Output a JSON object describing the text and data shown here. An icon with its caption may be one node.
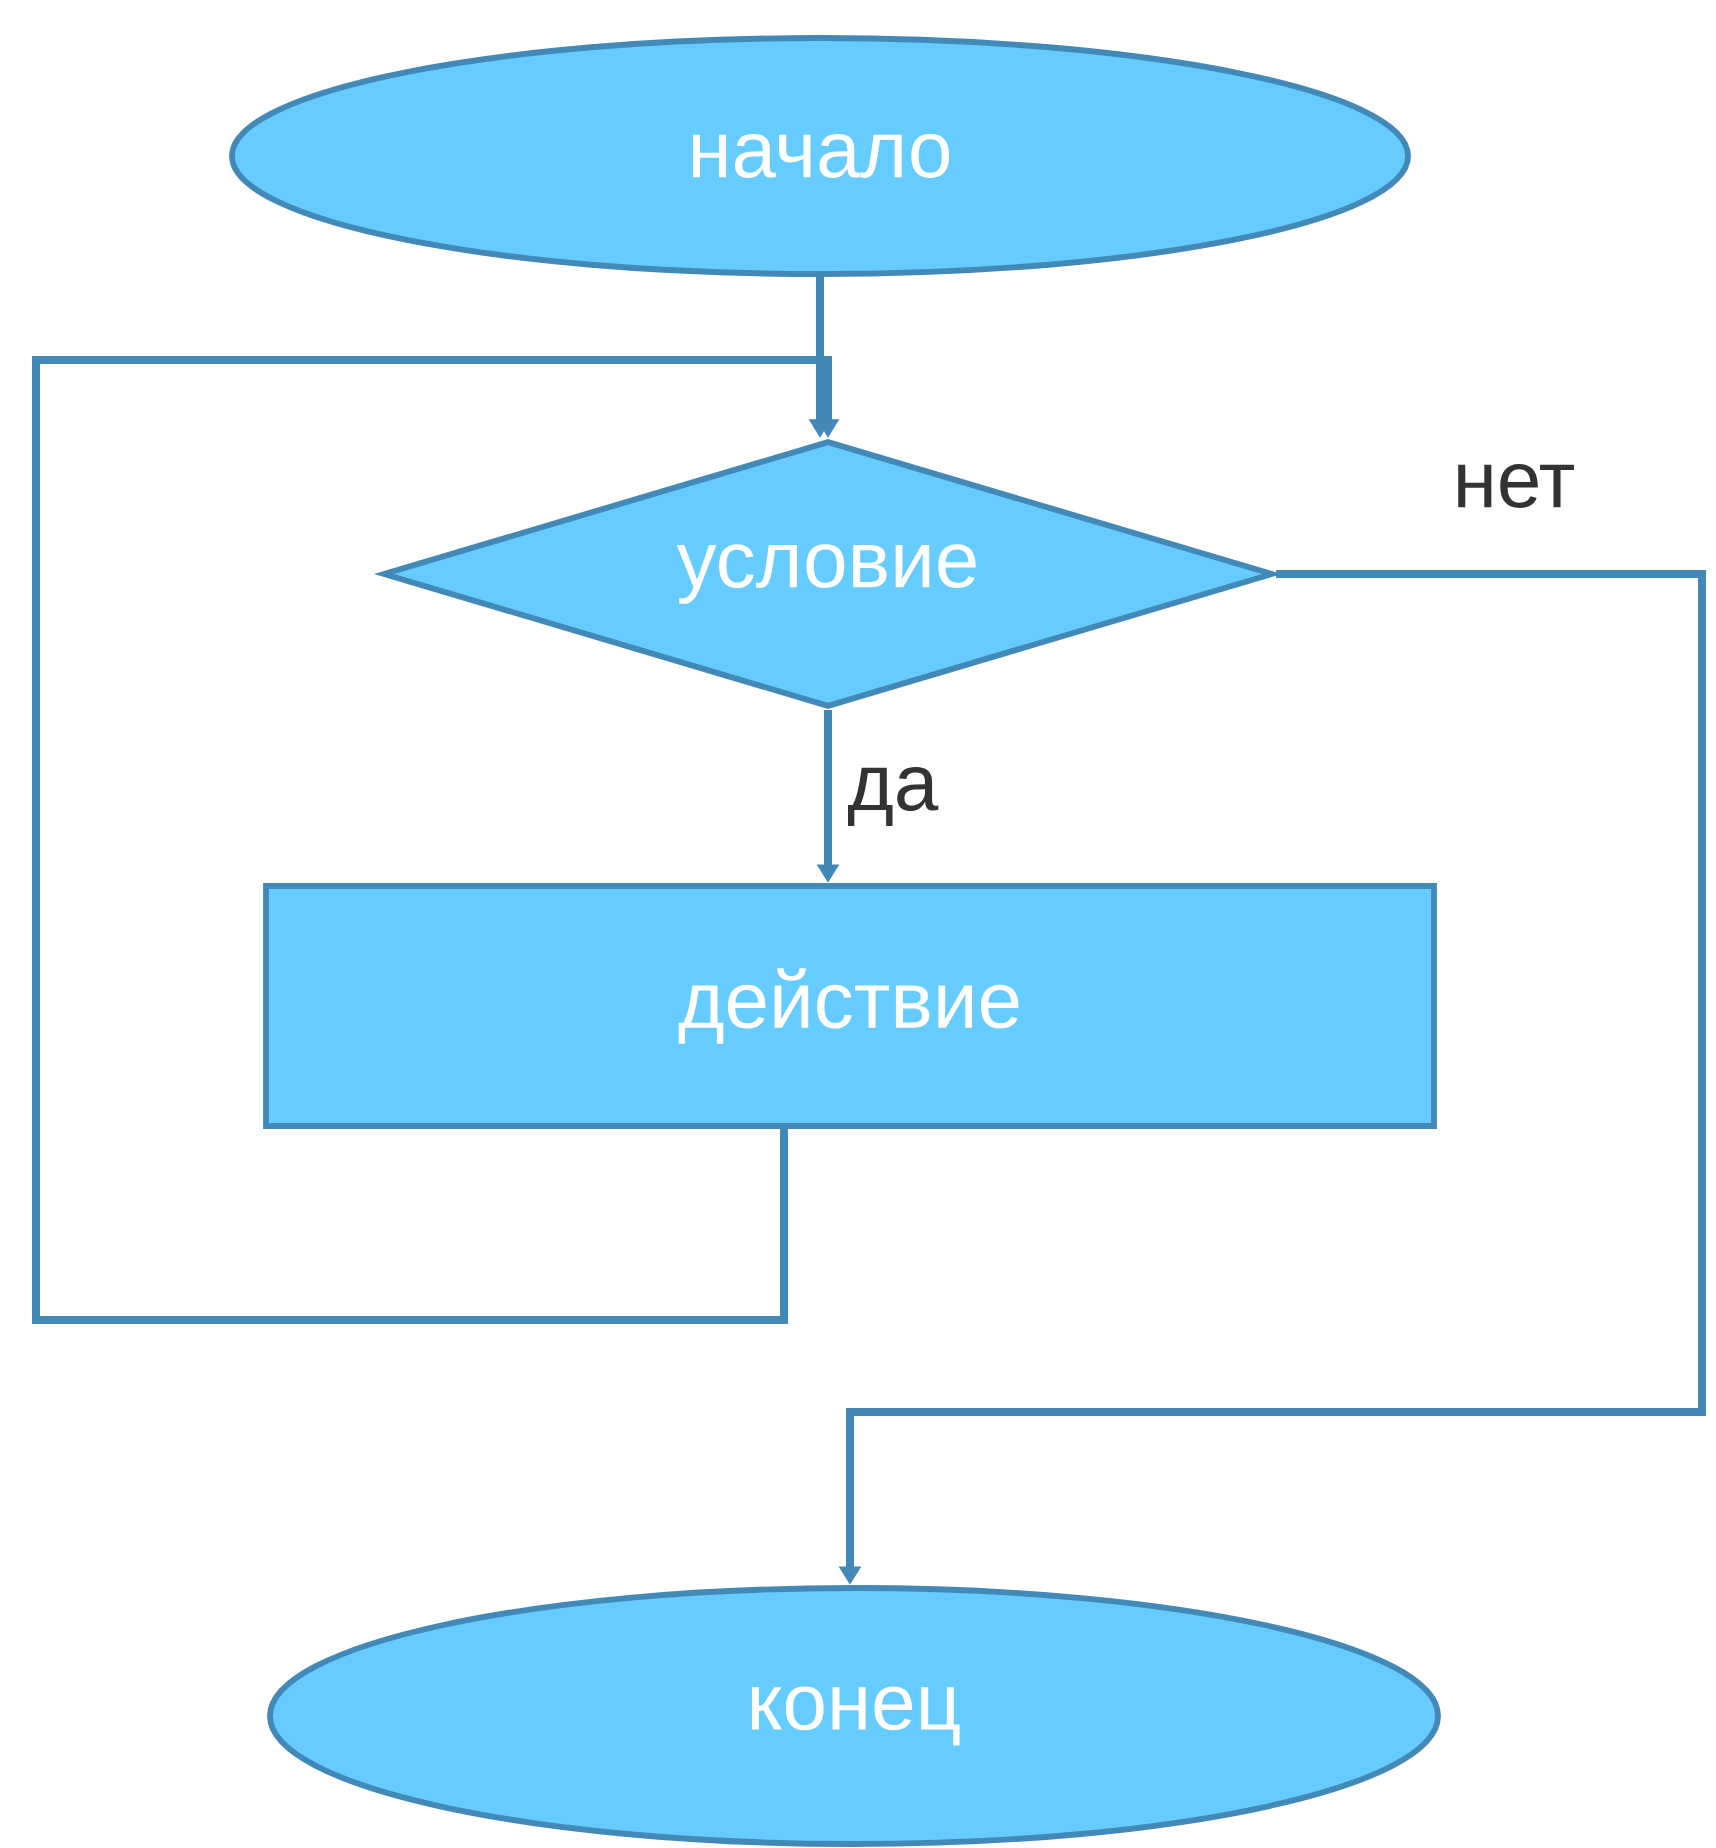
{
  "diagram": {
    "nodes": [
      {
        "text": [
          "начало"
        ]
      },
      {
        "text": [
          "условие"
        ]
      },
      {
        "text": [
          "действие"
        ]
      },
      {
        "text": [
          "конец"
        ]
      }
    ],
    "edges": [
      {
        "from": 0,
        "to": 1,
        "arrow": "to"
      },
      {
        "from": 1,
        "to": 2,
        "arrow": "to",
        "label": "да"
      },
      {
        "from": 2,
        "to": 1,
        "arrow": "to"
      },
      {
        "from": 1,
        "to": 3,
        "arrow": "to",
        "label": "нет"
      }
    ]
  }
}
